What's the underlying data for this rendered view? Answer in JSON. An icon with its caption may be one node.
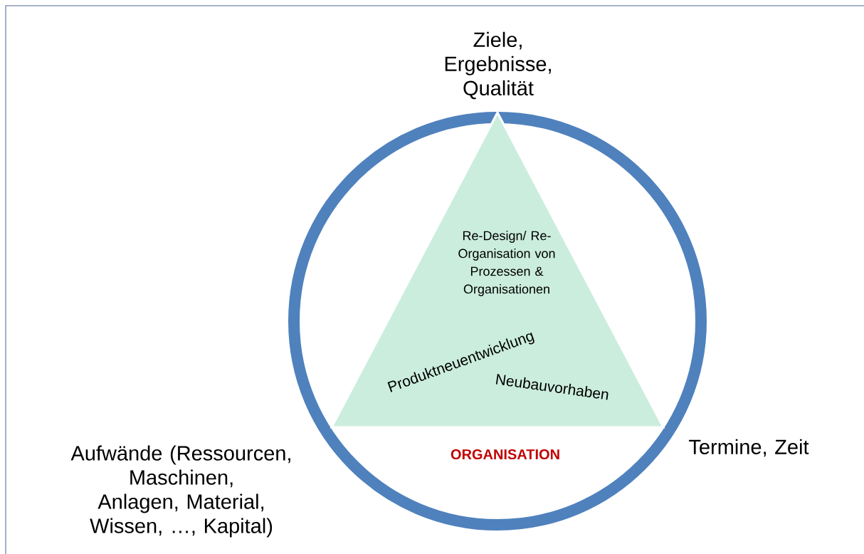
{
  "diagram": {
    "nodes": [
      {
        "text": [
          "ORGANISATION"
        ]
      },
      {
        "text": [
          "Re-Design/ Re-Organisation von Prozessen & Organisationen",
          "Produktneuentwicklung",
          "Neubauvorhaben"
        ],
        "in": 0
      }
    ],
    "labels": [
      "Ziele, Ergebnisse, Qualität",
      "Aufwände (Ressourcen, Maschinen, Anlagen, Material, Wissen, …, Kapital)",
      "Termine, Zeit"
    ]
  }
}
